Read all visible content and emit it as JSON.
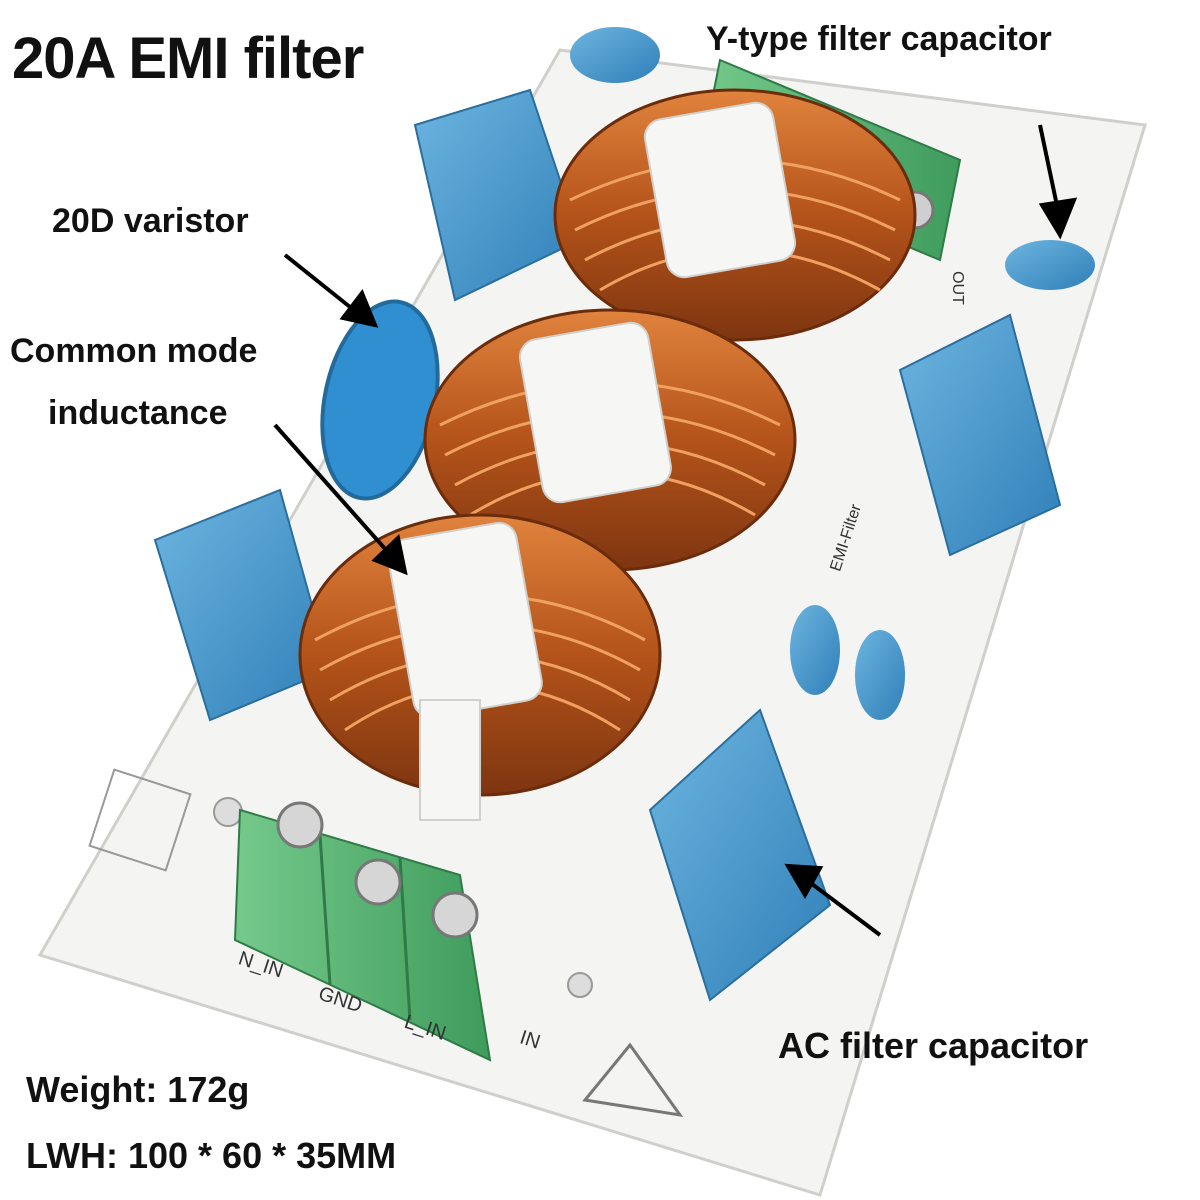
{
  "labels": {
    "title": "20A EMI filter",
    "y_capacitor": "Y-type filter capacitor",
    "varistor": "20D varistor",
    "common_mode_line1": "Common mode",
    "common_mode_line2": "inductance",
    "ac_capacitor": "AC filter capacitor",
    "weight": "Weight: 172g",
    "dimensions": "LWH: 100 * 60 * 35MM"
  },
  "board_print": {
    "n_in": "N_IN",
    "gnd": "GND",
    "l_in": "L_IN",
    "in": "IN",
    "out": "OUT",
    "emi_filter": "EMI-Filter"
  },
  "colors": {
    "board": "#f4f4f2",
    "copper": "#c8621f",
    "core": "#f6f6f4",
    "x_capacitor": "#4a9ccf",
    "y_capacitor": "#2f8fd0",
    "terminal": "#5fb978",
    "text": "#111111"
  }
}
